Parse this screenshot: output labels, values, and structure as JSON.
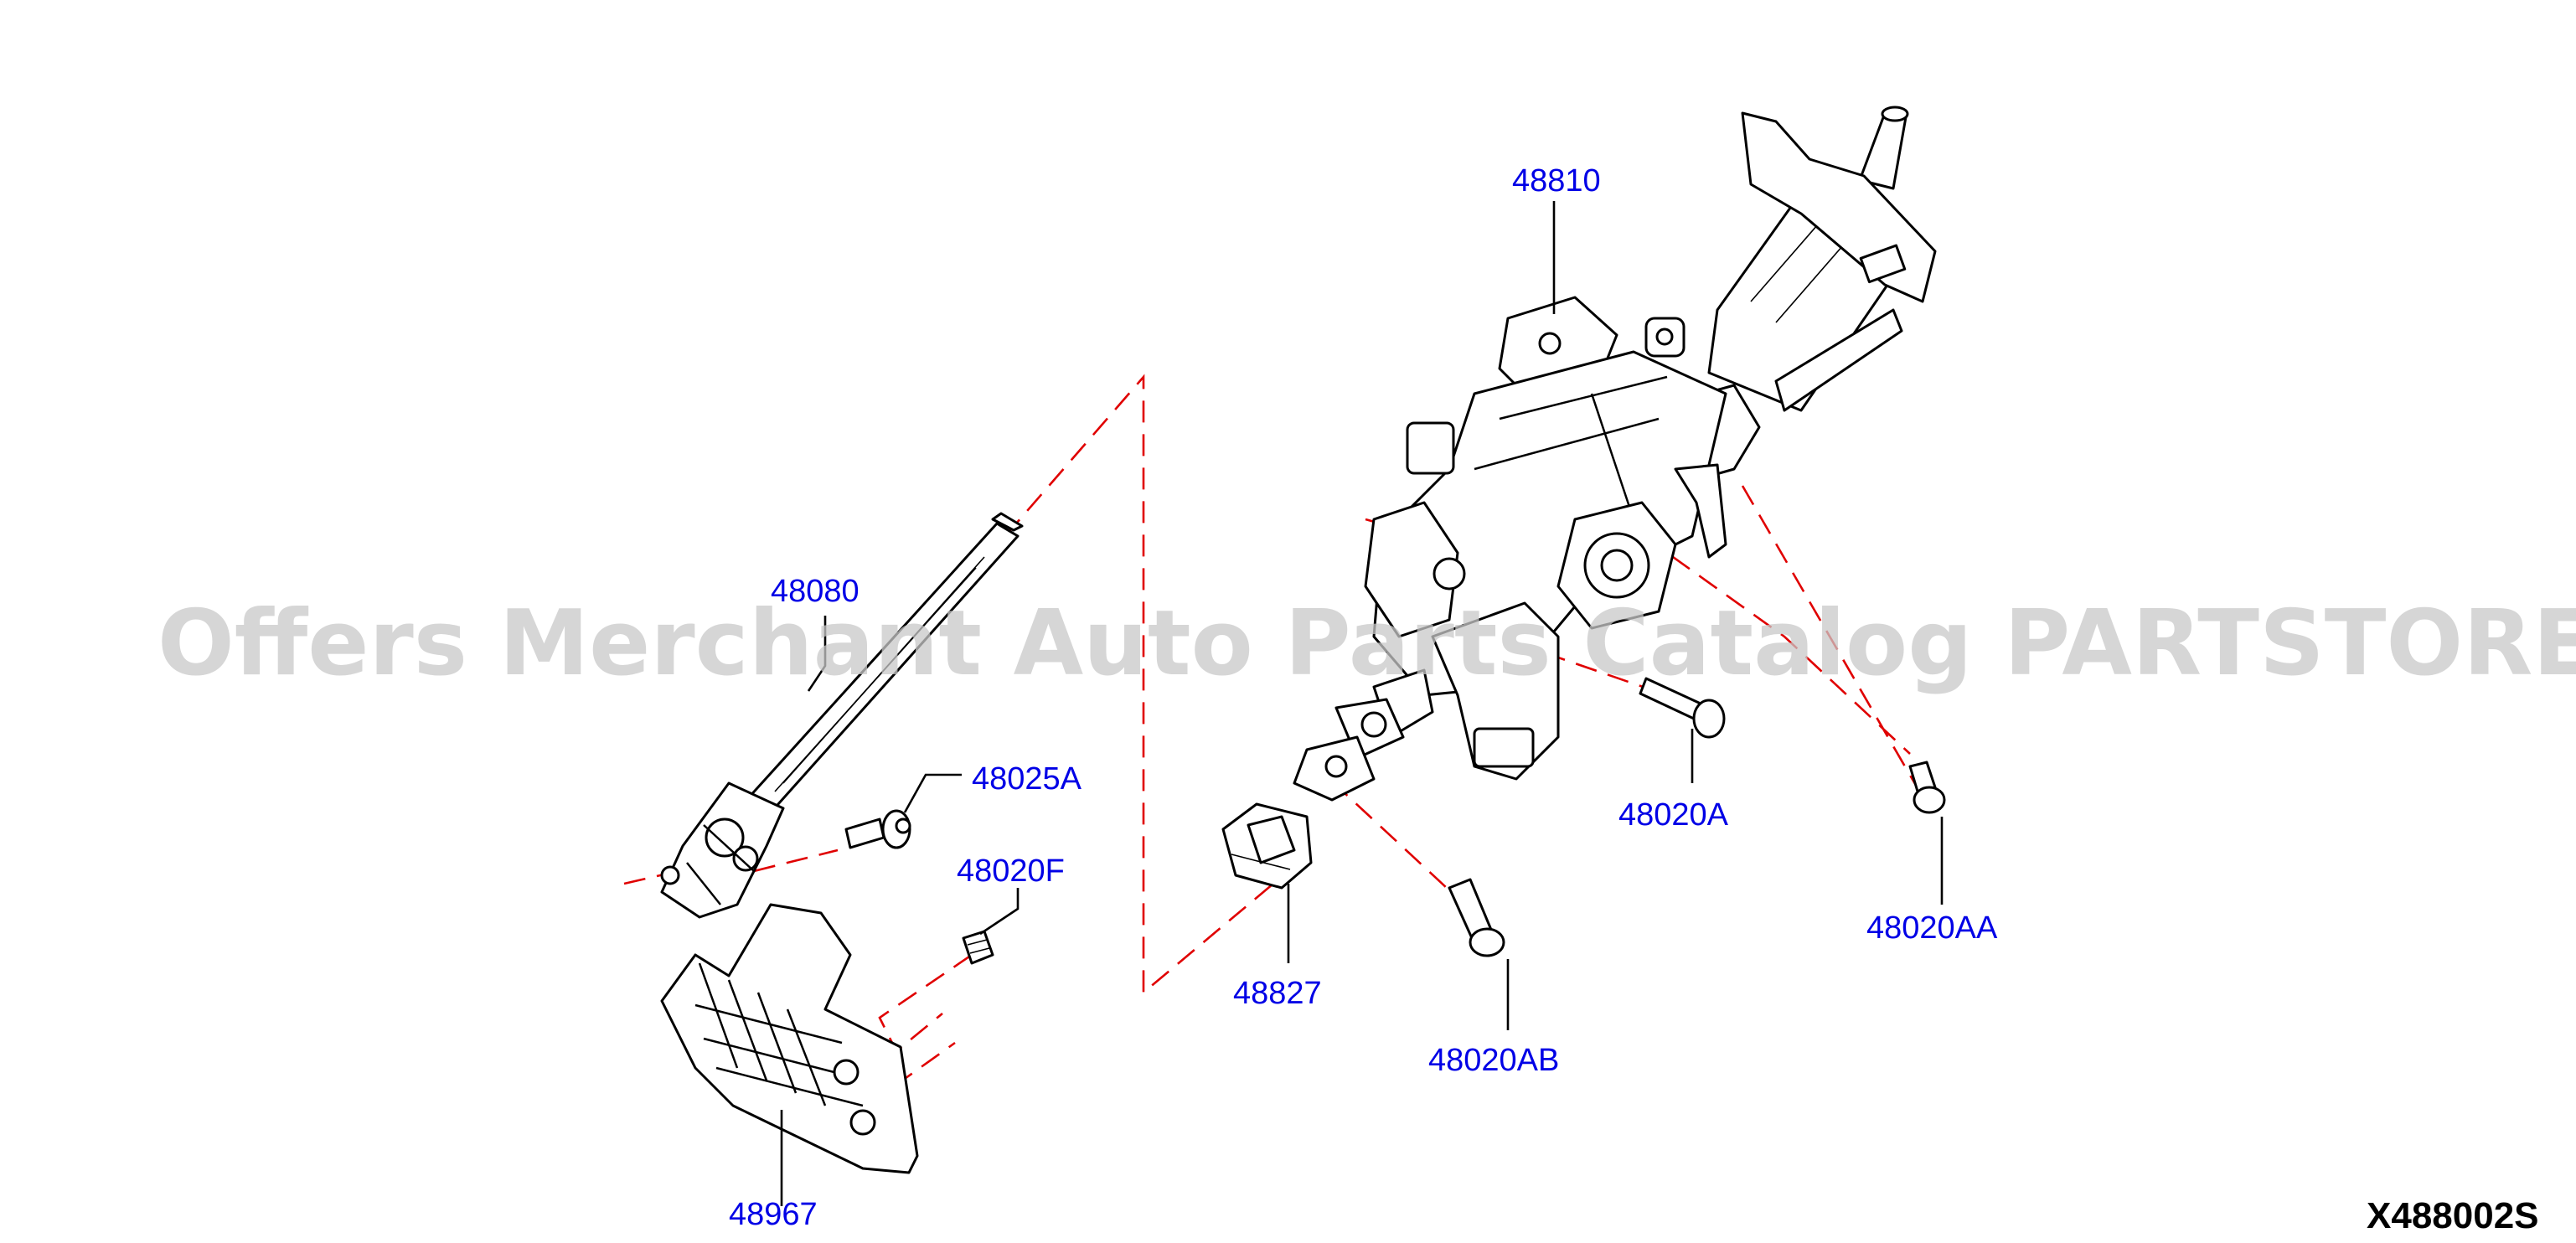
{
  "watermark": "Offers Merchant Auto Parts Catalog PARTSTORE.SA",
  "drawing_id": "X488002S",
  "parts": {
    "p48810": "48810",
    "p48080": "48080",
    "p48025A": "48025A",
    "p48020F": "48020F",
    "p48967": "48967",
    "p48827": "48827",
    "p48020AB": "48020AB",
    "p48020A": "48020A",
    "p48020AA": "48020AA"
  },
  "colors": {
    "label": "#0000e6",
    "dash": "#e00000",
    "watermark": "#c8c8c8"
  }
}
